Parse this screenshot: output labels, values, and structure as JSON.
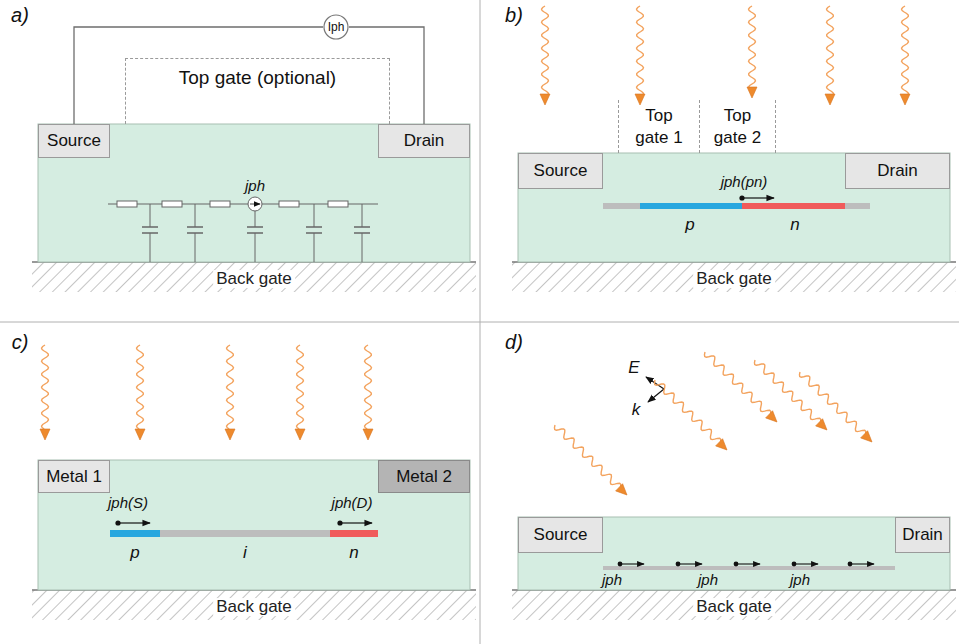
{
  "diagram": {
    "nodes": [
      {
        "text": [
          "Iph"
        ]
      },
      {
        "text": [
          "Top gate (optional)"
        ]
      },
      {
        "text": [
          "Source"
        ]
      },
      {
        "text": [
          "Drain"
        ]
      },
      {
        "text": [
          "Top gate 1"
        ]
      },
      {
        "text": [
          "Top gate 2"
        ]
      },
      {
        "text": [
          "Source"
        ]
      },
      {
        "text": [
          "Drain"
        ]
      },
      {
        "text": [
          "Metal 1"
        ]
      },
      {
        "text": [
          "Metal 2"
        ]
      },
      {
        "text": [
          "Source"
        ]
      },
      {
        "text": [
          "Drain"
        ]
      }
    ],
    "edges": [
      {
        "from": 2,
        "to": 0,
        "arrow": "none"
      },
      {
        "from": 0,
        "to": 3,
        "arrow": "none"
      }
    ],
    "labels": [
      "a)",
      "jph",
      "Back gate",
      "b)",
      "jph(pn)",
      "p",
      "n",
      "Back gate",
      "c)",
      "jph(S)",
      "jph(D)",
      "p",
      "i",
      "n",
      "Back gate",
      "d)",
      "E",
      "k",
      "jph",
      "jph",
      "jph",
      "Back gate"
    ]
  }
}
